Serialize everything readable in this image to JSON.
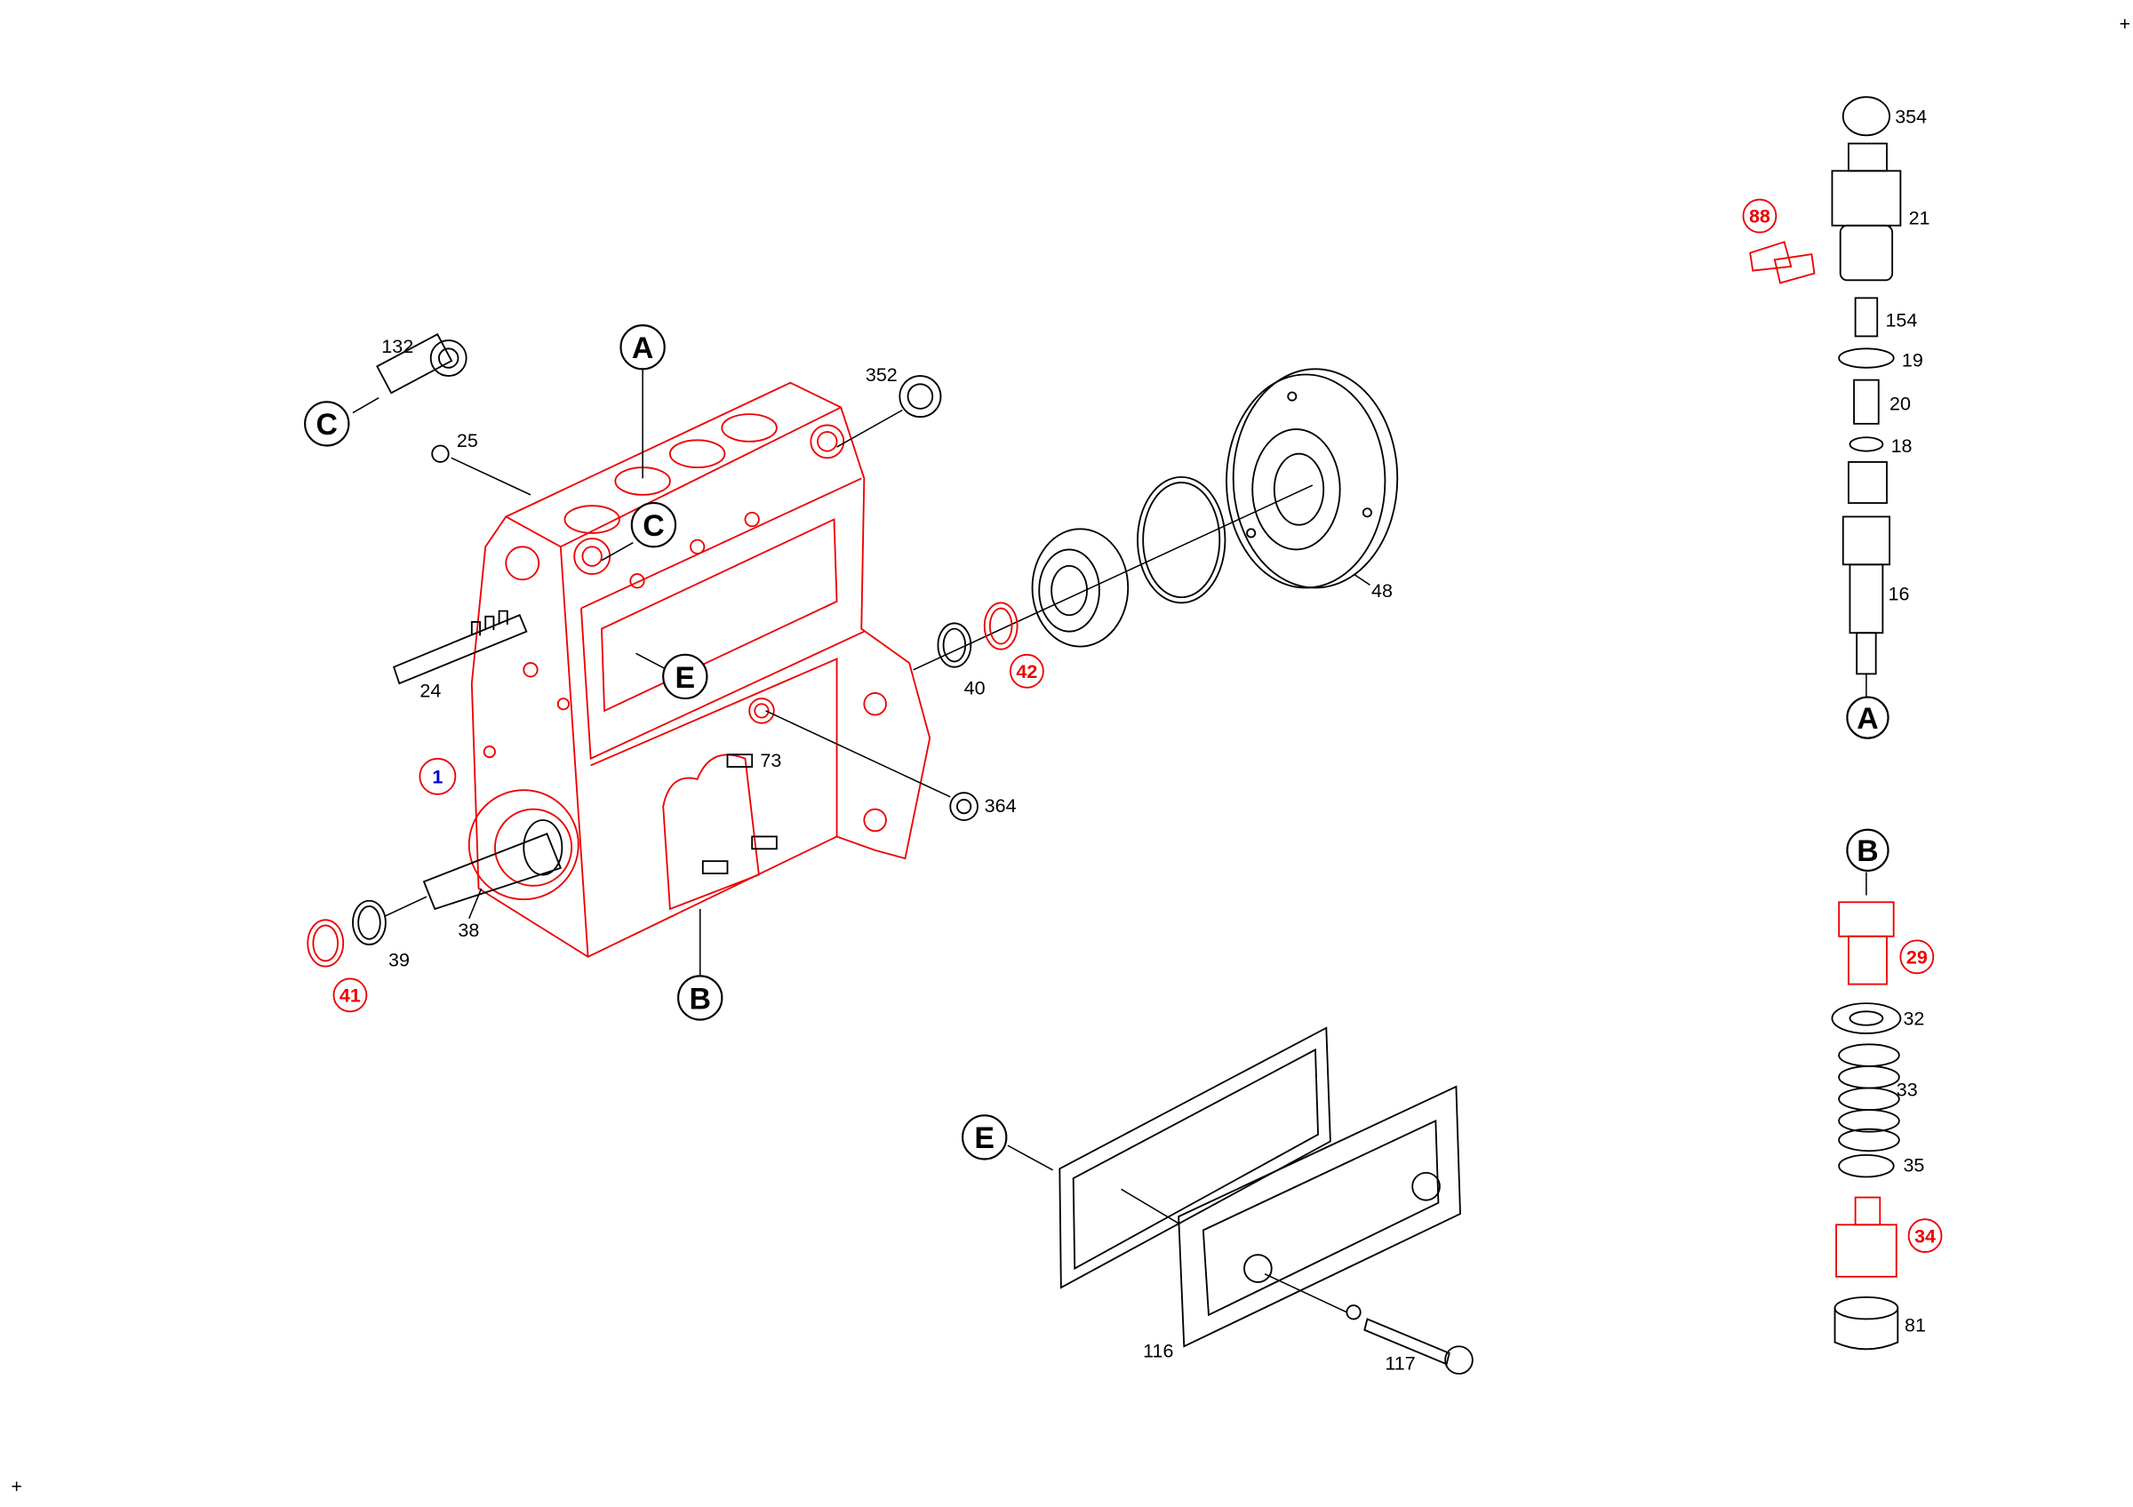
{
  "diagram": {
    "corner_marks": [
      "+",
      "+"
    ],
    "main_assembly": {
      "housing": "1",
      "parts": [
        "132",
        "25",
        "352",
        "24",
        "73",
        "364",
        "38",
        "39",
        "41",
        "40",
        "42",
        "48"
      ],
      "references": [
        "A",
        "C",
        "C",
        "E",
        "B"
      ]
    },
    "labels": {
      "p354": "354",
      "p21": "21",
      "p88": "88",
      "p154": "154",
      "p19": "19",
      "p20": "20",
      "p18": "18",
      "p16": "16",
      "refA2": "A",
      "refB2": "B",
      "p29": "29",
      "p32": "32",
      "p33": "33",
      "p35": "35",
      "p34": "34",
      "p81": "81",
      "p132": "132",
      "refC1": "C",
      "p25": "25",
      "refA1": "A",
      "p352": "352",
      "refC2": "C",
      "p24": "24",
      "refE1": "E",
      "p1": "1",
      "p73": "73",
      "p364": "364",
      "p38": "38",
      "p39": "39",
      "p41": "41",
      "refB1": "B",
      "p40": "40",
      "p42": "42",
      "p48": "48",
      "refE2": "E",
      "p116": "116",
      "p117": "117"
    },
    "colors": {
      "highlight": "#e00000",
      "housing_label": "#0000cc",
      "line": "#000000"
    }
  }
}
